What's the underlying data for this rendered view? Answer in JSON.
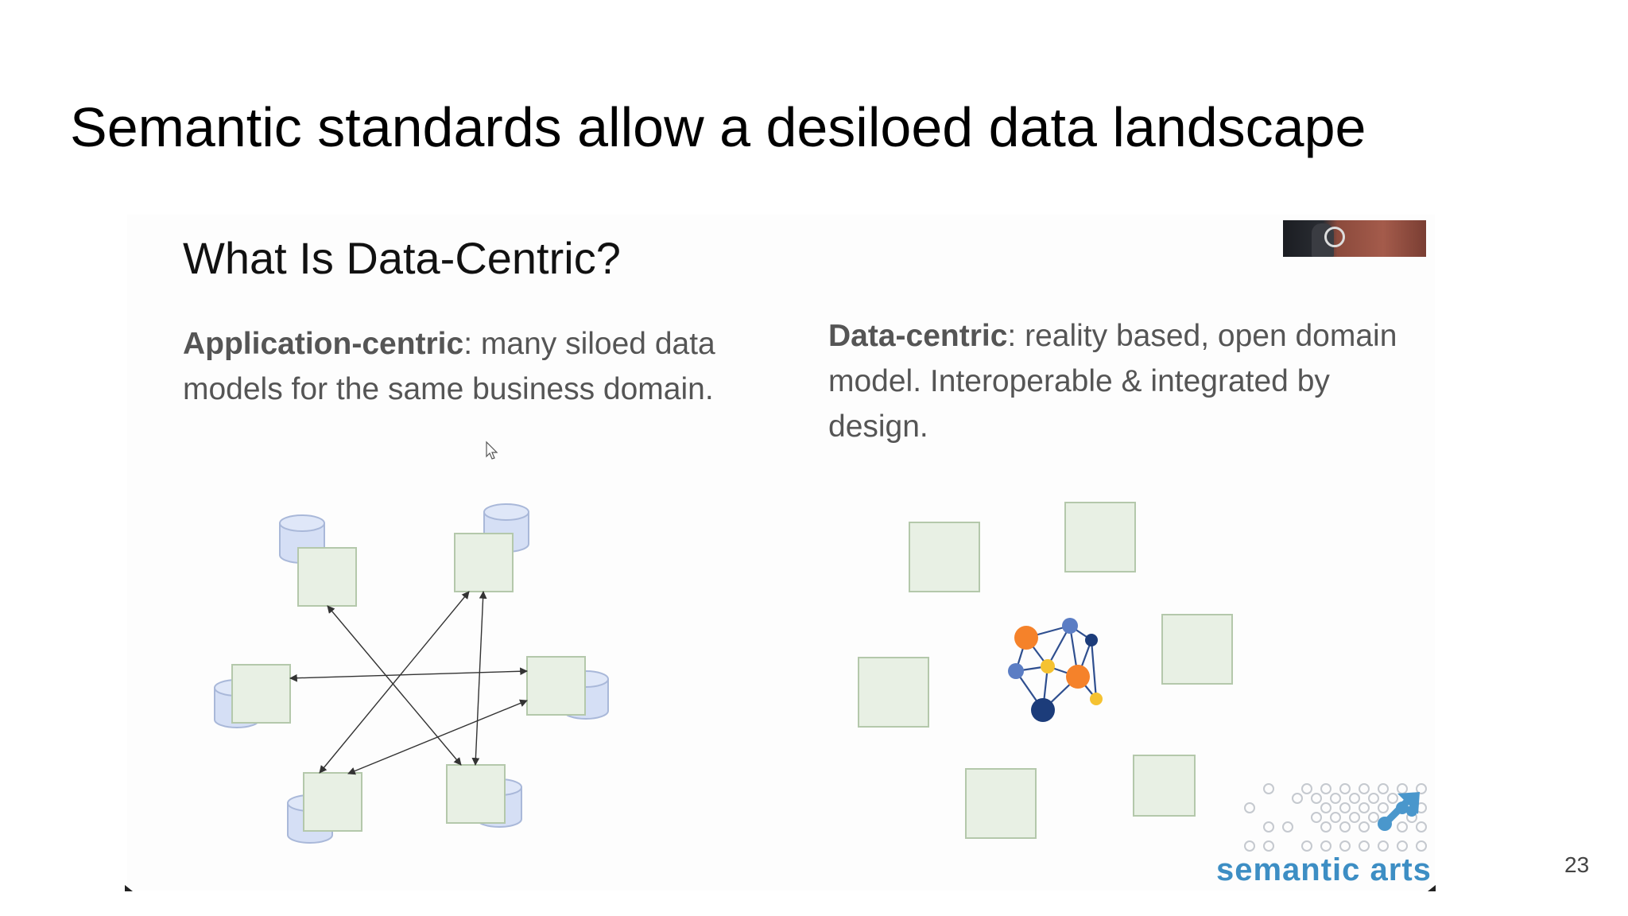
{
  "slide": {
    "title": "Semantic standards allow a desiloed data landscape",
    "page_number": "23"
  },
  "embedded_slide": {
    "heading": "What Is Data-Centric?",
    "left": {
      "term": "Application-centric",
      "text": ": many siloed data models for the same business domain."
    },
    "right": {
      "term": "Data-centric",
      "text": ": reality based, open domain model. Interoperable & integrated by design."
    },
    "brand": "semantic arts",
    "icons": [
      "database-icon",
      "data-model-box",
      "knowledge-graph-icon",
      "semantic-arts-logo",
      "mouse-cursor-icon"
    ]
  },
  "colors": {
    "box_fill": "#e8f0e4",
    "box_border": "#b4c8ab",
    "cylinder_fill": "#d5dff5",
    "cylinder_border": "#a9b8d9",
    "graph_orange": "#f5822a",
    "graph_yellow": "#f5c231",
    "graph_blue": "#5b7dc4",
    "graph_navy": "#1c3c7a",
    "brand_blue": "#3d8ec4"
  }
}
